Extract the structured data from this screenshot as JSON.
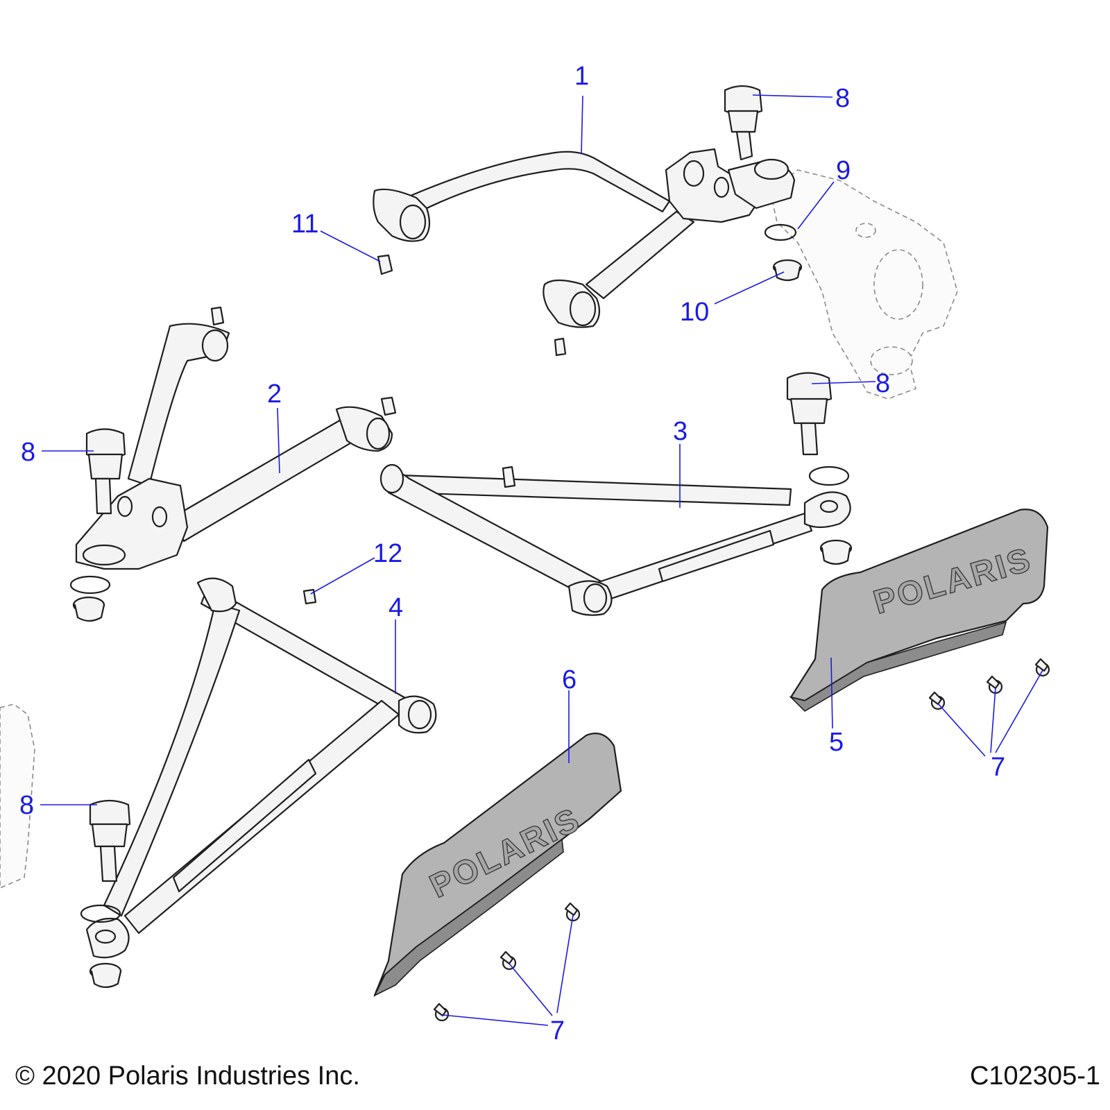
{
  "diagram": {
    "callouts": [
      "1",
      "2",
      "3",
      "4",
      "5",
      "6",
      "7",
      "8",
      "9",
      "10",
      "11",
      "12"
    ],
    "brand_text": "POLARIS"
  },
  "footer": {
    "copyright": "© 2020 Polaris Industries Inc.",
    "figure_id": "C102305-1"
  },
  "colors": {
    "callout": "#1a1ae6",
    "skid_plate": "#b4b4b4",
    "outline": "#1e1e1e"
  }
}
